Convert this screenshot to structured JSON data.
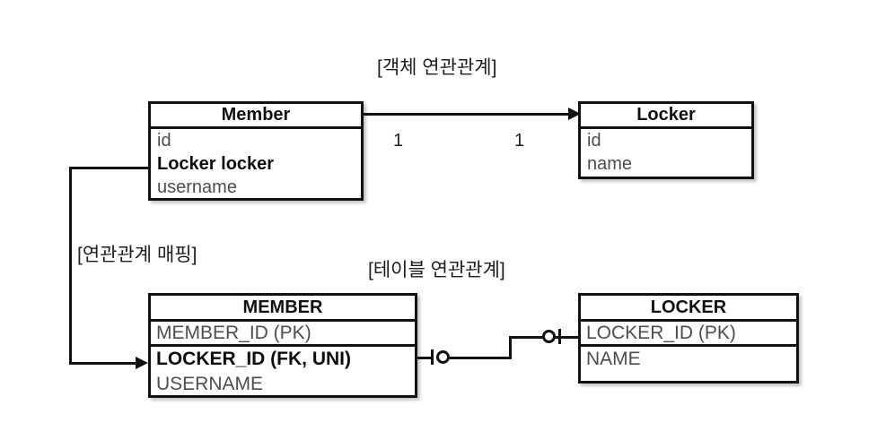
{
  "diagram": {
    "sections": {
      "object_relation_title": "[객체 연관관계]",
      "mapping_label": "[연관관계 매핑]",
      "table_relation_title": "[테이블 연관관계]"
    },
    "object_model": {
      "member": {
        "name": "Member",
        "fields": [
          "id",
          "Locker locker",
          "username"
        ]
      },
      "locker": {
        "name": "Locker",
        "fields": [
          "id",
          "name"
        ]
      },
      "association": {
        "source_multiplicity": "1",
        "target_multiplicity": "1"
      }
    },
    "table_model": {
      "member_table": {
        "name": "MEMBER",
        "columns": [
          "MEMBER_ID (PK)",
          "LOCKER_ID (FK, UNI)",
          "USERNAME"
        ]
      },
      "locker_table": {
        "name": "LOCKER",
        "columns": [
          "LOCKER_ID (PK)",
          "NAME"
        ]
      }
    },
    "colors": {
      "stroke": "#111111",
      "text_primary": "#1d1d1d",
      "text_secondary": "#4d4d4d",
      "background": "#ffffff"
    }
  }
}
